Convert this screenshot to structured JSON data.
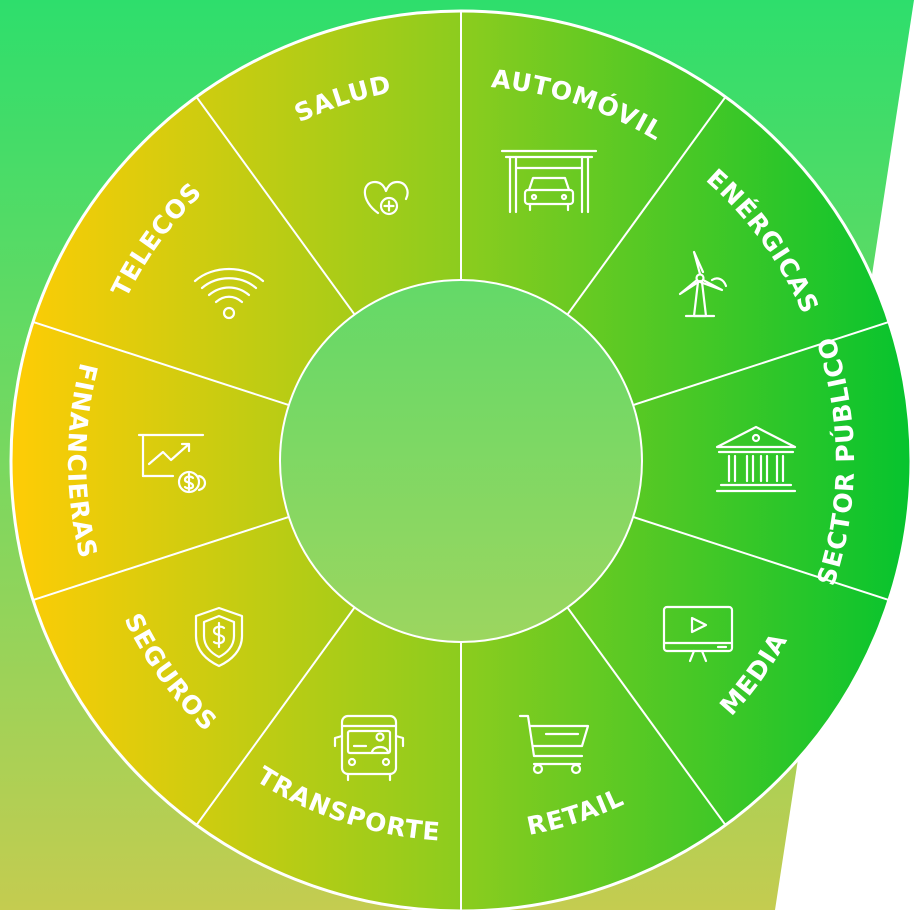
{
  "sectors": [
    {
      "id": "automovil",
      "label": "AUTOMÓVIL",
      "icon": "garage-car-icon"
    },
    {
      "id": "energicas",
      "label": "ENÉRGICAS",
      "icon": "wind-turbine-icon"
    },
    {
      "id": "sector-publico",
      "label": "SECTOR PÚBLICO",
      "icon": "government-building-icon"
    },
    {
      "id": "media",
      "label": "MEDIA",
      "icon": "video-monitor-icon"
    },
    {
      "id": "retail",
      "label": "RETAIL",
      "icon": "shopping-cart-icon"
    },
    {
      "id": "transporte",
      "label": "TRANSPORTE",
      "icon": "bus-icon"
    },
    {
      "id": "seguros",
      "label": "SEGUROS",
      "icon": "shield-dollar-icon"
    },
    {
      "id": "financieras",
      "label": "FINANCIERAS",
      "icon": "growth-chart-coins-icon"
    },
    {
      "id": "telecos",
      "label": "TELECOS",
      "icon": "wifi-signal-icon"
    },
    {
      "id": "salud",
      "label": "SALUD",
      "icon": "heart-plus-icon"
    }
  ],
  "colors": {
    "background_top": "#2ede6c",
    "background_bottom": "#c4cc50",
    "wheel_left": "#ffcc05",
    "wheel_right": "#06c42e",
    "hub_top": "#63d968",
    "hub_bottom": "#9cd65f",
    "lines": "#ffffff"
  }
}
